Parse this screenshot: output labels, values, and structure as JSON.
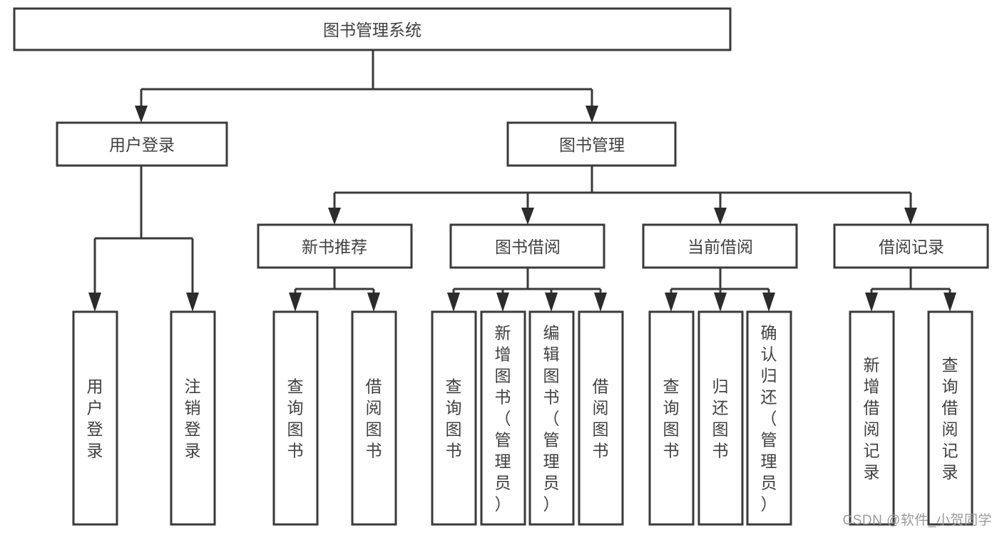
{
  "diagram": {
    "title": "图书管理系统",
    "watermark": "CSDN @软件_小贺同学",
    "colors": {
      "box_stroke": "#3a3a3a",
      "box_fill": "#ffffff",
      "text": "#404040",
      "arrow": "#2b2b2b",
      "watermark": "#9a9a9a",
      "background": "#ffffff"
    },
    "root": {
      "id": "root",
      "label": "图书管理系统",
      "orientation": "horizontal"
    },
    "level2": [
      {
        "id": "user-login",
        "label": "用户登录",
        "orientation": "horizontal"
      },
      {
        "id": "book-management",
        "label": "图书管理",
        "orientation": "horizontal"
      }
    ],
    "level3": [
      {
        "id": "new-book-recommend",
        "label": "新书推荐",
        "parent": "book-management",
        "orientation": "horizontal"
      },
      {
        "id": "book-borrow",
        "label": "图书借阅",
        "parent": "book-management",
        "orientation": "horizontal"
      },
      {
        "id": "current-borrow",
        "label": "当前借阅",
        "parent": "book-management",
        "orientation": "horizontal"
      },
      {
        "id": "borrow-record",
        "label": "借阅记录",
        "parent": "book-management",
        "orientation": "horizontal"
      }
    ],
    "leaves": [
      {
        "id": "leaf-user-login",
        "label": "用户登录",
        "parent": "user-login",
        "orientation": "vertical"
      },
      {
        "id": "leaf-user-logout",
        "label": "注销登录",
        "parent": "user-login",
        "orientation": "vertical"
      },
      {
        "id": "leaf-query-book-1",
        "label": "查询图书",
        "parent": "new-book-recommend",
        "orientation": "vertical"
      },
      {
        "id": "leaf-borrow-book-1",
        "label": "借阅图书",
        "parent": "new-book-recommend",
        "orientation": "vertical"
      },
      {
        "id": "leaf-query-book-2",
        "label": "查询图书",
        "parent": "book-borrow",
        "orientation": "vertical"
      },
      {
        "id": "leaf-add-book",
        "label": "新增图书（管理员）",
        "parent": "book-borrow",
        "orientation": "vertical"
      },
      {
        "id": "leaf-edit-book",
        "label": "编辑图书（管理员）",
        "parent": "book-borrow",
        "orientation": "vertical"
      },
      {
        "id": "leaf-borrow-book-2",
        "label": "借阅图书",
        "parent": "book-borrow",
        "orientation": "vertical"
      },
      {
        "id": "leaf-query-book-3",
        "label": "查询图书",
        "parent": "current-borrow",
        "orientation": "vertical"
      },
      {
        "id": "leaf-return-book",
        "label": "归还图书",
        "parent": "current-borrow",
        "orientation": "vertical"
      },
      {
        "id": "leaf-confirm-return",
        "label": "确认归还（管理员）",
        "parent": "current-borrow",
        "orientation": "vertical"
      },
      {
        "id": "leaf-add-record",
        "label": "新增借阅记录",
        "parent": "borrow-record",
        "orientation": "vertical"
      },
      {
        "id": "leaf-query-record",
        "label": "查询借阅记录",
        "parent": "borrow-record",
        "orientation": "vertical"
      }
    ]
  }
}
